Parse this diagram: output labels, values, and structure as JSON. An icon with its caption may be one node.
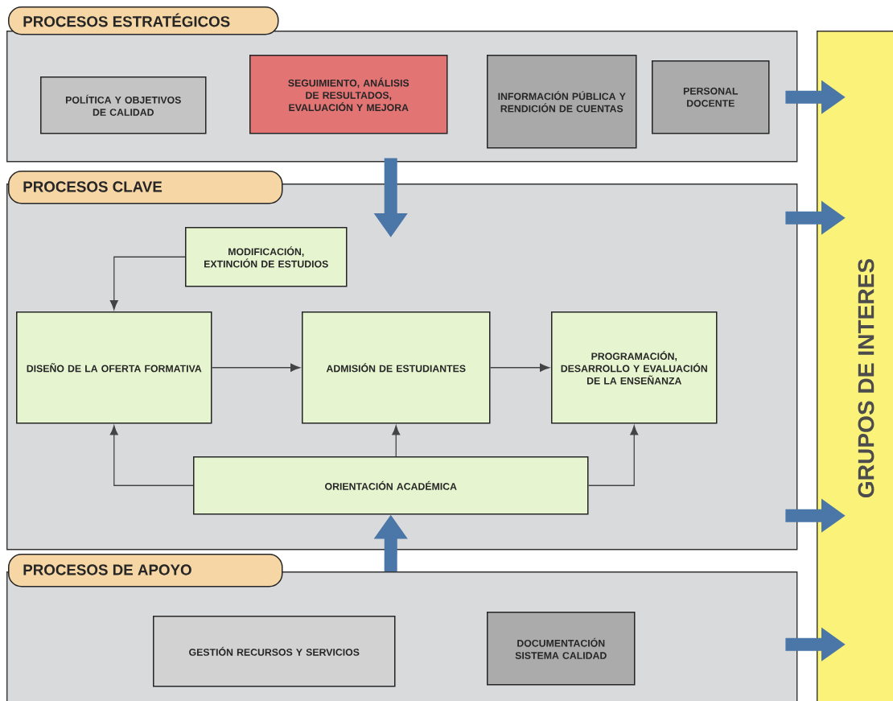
{
  "diagram": {
    "nodes": [
      {
        "text": [
          "PROCESOS ESTRATÉGICOS"
        ]
      },
      {
        "text": [
          "POLÍTICA Y OBJETIVOS DE CALIDAD"
        ],
        "in": 0
      },
      {
        "text": [
          "SEGUIMIENTO, ANÁLISIS DE RESULTADOS, EVALUACIÓN Y MEJORA"
        ],
        "in": 0
      },
      {
        "text": [
          "INFORMACIÓN PÚBLICA Y RENDICIÓN DE CUENTAS"
        ],
        "in": 0
      },
      {
        "text": [
          "PERSONAL DOCENTE"
        ],
        "in": 0
      },
      {
        "text": [
          "PROCESOS CLAVE"
        ]
      },
      {
        "text": [
          "MODIFICACIÓN, EXTINCIÓN DE ESTUDIOS"
        ],
        "in": 5
      },
      {
        "text": [
          "DISEÑO DE LA OFERTA FORMATIVA"
        ],
        "in": 5
      },
      {
        "text": [
          "ADMISIÓN DE ESTUDIANTES"
        ],
        "in": 5
      },
      {
        "text": [
          "PROGRAMACIÓN, DESARROLLO Y EVALUACIÓN DE LA ENSEÑANZA"
        ],
        "in": 5
      },
      {
        "text": [
          "ORIENTACIÓN ACADÉMICA"
        ],
        "in": 5
      },
      {
        "text": [
          "PROCESOS DE APOYO"
        ]
      },
      {
        "text": [
          "GESTIÓN RECURSOS Y SERVICIOS"
        ],
        "in": 11
      },
      {
        "text": [
          "DOCUMENTACIÓN SISTEMA CALIDAD"
        ],
        "in": 11
      },
      {
        "text": [
          "GRUPOS DE INTERES"
        ]
      }
    ],
    "edges": [
      {
        "from": 0,
        "to": 5,
        "arrow": "to",
        "style": "thick",
        "color": "#4a76a8"
      },
      {
        "from": 0,
        "to": 14,
        "arrow": "to",
        "style": "thick",
        "color": "#4a76a8"
      },
      {
        "from": 5,
        "to": 14,
        "arrow": "to",
        "style": "thick",
        "color": "#4a76a8"
      },
      {
        "from": 5,
        "to": 14,
        "arrow": "to",
        "style": "thick",
        "color": "#4a76a8"
      },
      {
        "from": 11,
        "to": 14,
        "arrow": "to",
        "style": "thick",
        "color": "#4a76a8"
      },
      {
        "from": 11,
        "to": 10,
        "arrow": "to",
        "style": "thick",
        "color": "#4a76a8"
      },
      {
        "from": 6,
        "to": 7,
        "arrow": "to",
        "color": "#444444"
      },
      {
        "from": 7,
        "to": 8,
        "arrow": "to",
        "color": "#444444"
      },
      {
        "from": 8,
        "to": 9,
        "arrow": "to",
        "color": "#444444"
      },
      {
        "from": 10,
        "to": 7,
        "arrow": "to",
        "color": "#444444"
      },
      {
        "from": 10,
        "to": 8,
        "arrow": "to",
        "color": "#444444"
      },
      {
        "from": 10,
        "to": 9,
        "arrow": "to",
        "color": "#444444"
      }
    ]
  }
}
